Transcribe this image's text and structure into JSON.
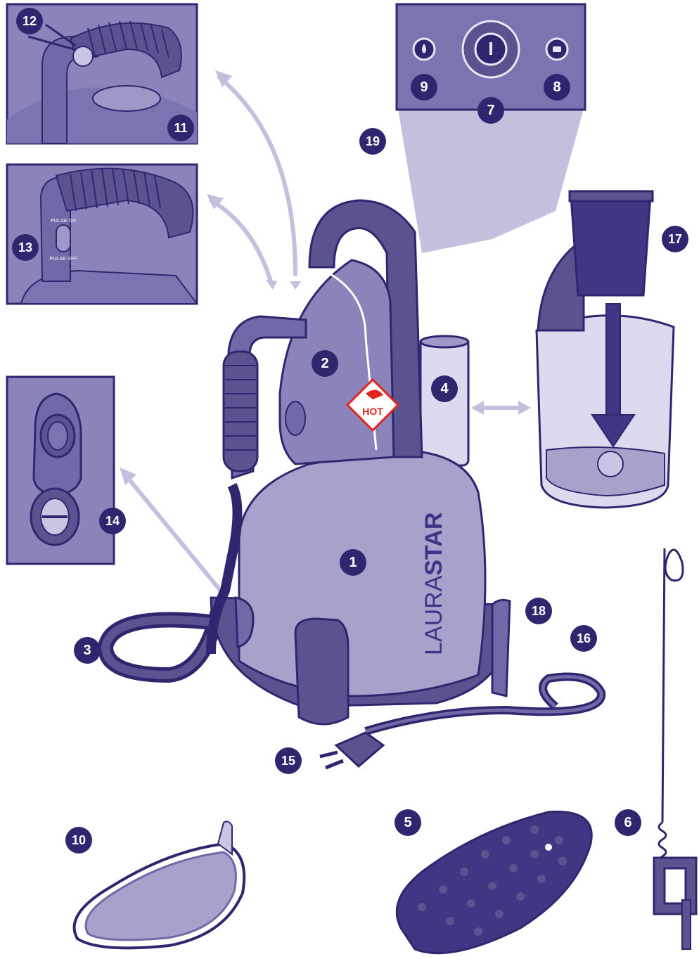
{
  "brand": {
    "light": "LAURA",
    "bold": "STAR"
  },
  "warning": {
    "text": "HOT"
  },
  "panels": {
    "handle_pulse": {
      "on_label": "PULSE ON",
      "off_label": "PULSE OFF"
    }
  },
  "callouts": {
    "c1": "1",
    "c2": "2",
    "c3": "3",
    "c4": "4",
    "c5": "5",
    "c6": "6",
    "c7": "7",
    "c8": "8",
    "c9": "9",
    "c10": "10",
    "c11": "11",
    "c12": "12",
    "c13": "13",
    "c14": "14",
    "c15": "15",
    "c16": "16",
    "c17": "17",
    "c18": "18",
    "c19": "19"
  },
  "colors": {
    "dark": "#2e2770",
    "body": "#a6a2cc",
    "mid": "#6f69a8",
    "panel": "#7a74b0",
    "arrow": "#c3c0de",
    "hot": "#e2241b"
  }
}
